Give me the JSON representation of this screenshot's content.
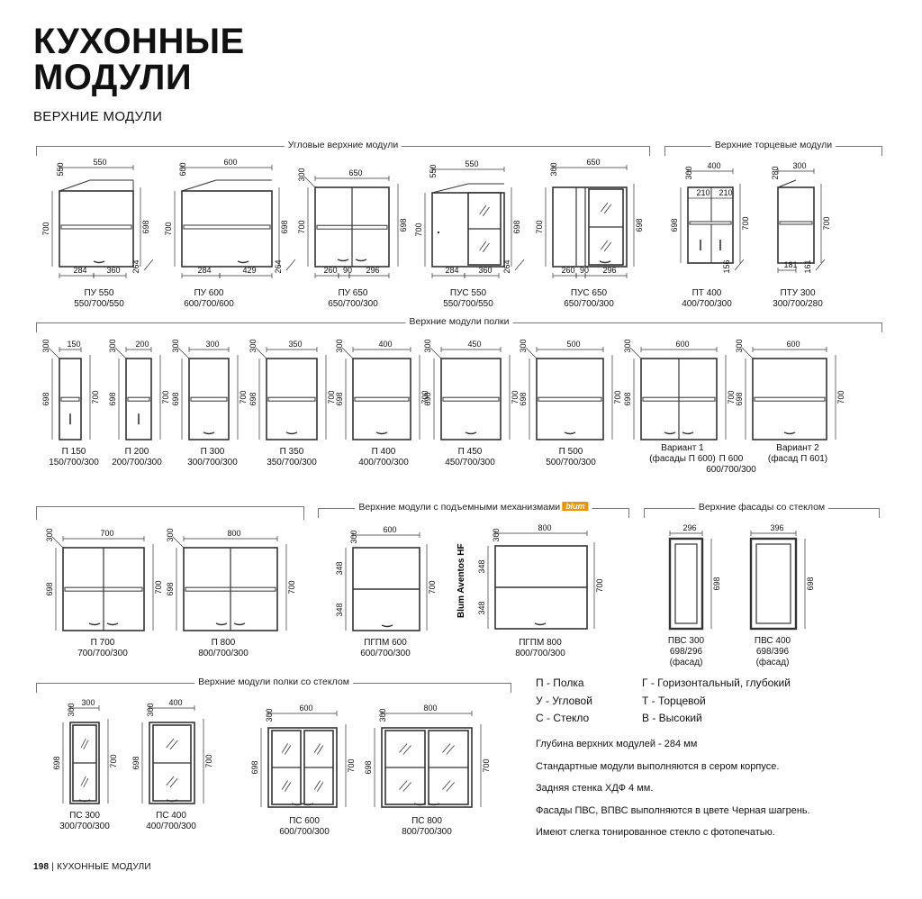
{
  "header": {
    "title_line1": "КУХОННЫЕ",
    "title_line2": "МОДУЛИ",
    "subtitle": "ВЕРХНИЕ МОДУЛИ"
  },
  "sections": {
    "corner": "Угловые верхние модули",
    "end": "Верхние торцевые модули",
    "shelf": "Верхние модули полки",
    "lift": "Верхние модули с подъемными механизмами",
    "lift_badge": "blum",
    "glass_facades": "Верхние фасады со стеклом",
    "glass_shelf": "Верхние модули полки со стеклом"
  },
  "aventos_label": "Blum Aventos HF",
  "modules": {
    "pu550": {
      "name": "ПУ 550",
      "size": "550/700/550"
    },
    "pu600": {
      "name": "ПУ 600",
      "size": "600/700/600"
    },
    "pu650": {
      "name": "ПУ 650",
      "size": "650/700/300"
    },
    "pus550": {
      "name": "ПУС 550",
      "size": "550/700/550"
    },
    "pus650": {
      "name": "ПУС 650",
      "size": "650/700/300"
    },
    "pt400": {
      "name": "ПТ 400",
      "size": "400/700/300"
    },
    "ptu300": {
      "name": "ПТУ 300",
      "size": "300/700/280"
    },
    "p150": {
      "name": "П 150",
      "size": "150/700/300"
    },
    "p200": {
      "name": "П 200",
      "size": "200/700/300"
    },
    "p300": {
      "name": "П 300",
      "size": "300/700/300"
    },
    "p350": {
      "name": "П 350",
      "size": "350/700/300"
    },
    "p400": {
      "name": "П 400",
      "size": "400/700/300"
    },
    "p450": {
      "name": "П 450",
      "size": "450/700/300"
    },
    "p500": {
      "name": "П 500",
      "size": "500/700/300"
    },
    "var1": {
      "name": "Вариант 1",
      "size": "(фасады П 600)"
    },
    "p600": {
      "name": "П 600",
      "size": "600/700/300"
    },
    "var2": {
      "name": "Вариант 2",
      "size": "(фасад П 601)"
    },
    "p700": {
      "name": "П 700",
      "size": "700/700/300"
    },
    "p800": {
      "name": "П 800",
      "size": "800/700/300"
    },
    "pgpm600": {
      "name": "ПГПМ 600",
      "size": "600/700/300"
    },
    "pgpm800": {
      "name": "ПГПМ 800",
      "size": "800/700/300"
    },
    "pvs300": {
      "name": "ПВС 300",
      "size": "698/296",
      "extra": "(фасад)"
    },
    "pvs400": {
      "name": "ПВС 400",
      "size": "698/396",
      "extra": "(фасад)"
    },
    "ps300": {
      "name": "ПС 300",
      "size": "300/700/300"
    },
    "ps400": {
      "name": "ПС 400",
      "size": "400/700/300"
    },
    "ps600": {
      "name": "ПС 600",
      "size": "600/700/300"
    },
    "ps800": {
      "name": "ПС 800",
      "size": "800/700/300"
    }
  },
  "legend": {
    "left": [
      "П - Полка",
      "У - Угловой",
      "С - Стекло"
    ],
    "right": [
      "Г - Горизонтальный, глубокий",
      "Т - Торцевой",
      "В - Высокий"
    ]
  },
  "notes": [
    "Глубина верхних модулей - 284 мм",
    "Стандартные модули выполняются в сером корпусе.",
    "Задняя стенка ХДФ 4 мм.",
    "Фасады ПВС, ВПВС выполняются в цвете Черная шагрень.",
    "Имеют слегка тонированное стекло с фотопечатью."
  ],
  "footer": {
    "page": "198",
    "section": "КУХОННЫЕ МОДУЛИ"
  }
}
